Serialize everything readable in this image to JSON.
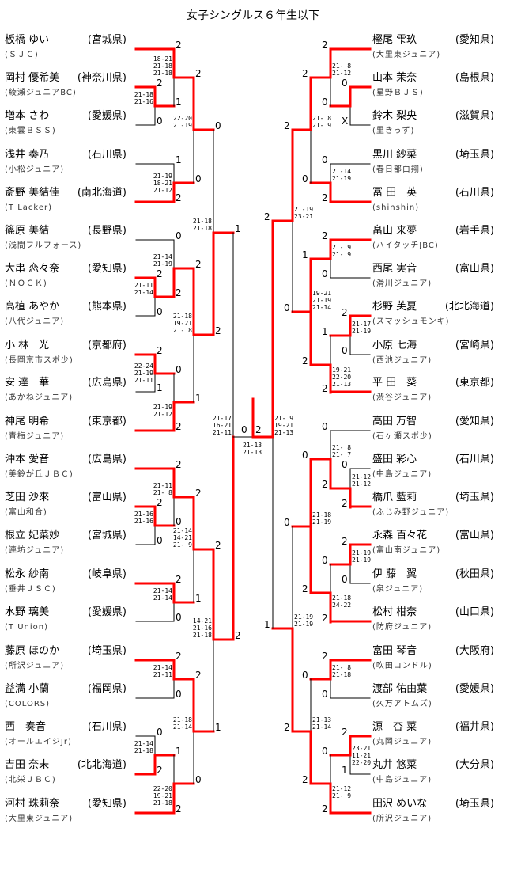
{
  "title": "女子シングルス６年生以下",
  "colors": {
    "winner_line": "#ff0000",
    "line": "#000000"
  },
  "left_players": [
    {
      "name": "板橋 ゆい",
      "pref": "(宮城県)",
      "club": "(ＳＪＣ)"
    },
    {
      "name": "岡村 優希美",
      "pref": "(神奈川県)",
      "club": "(綾瀬ジュニアBC)"
    },
    {
      "name": "増本 さわ",
      "pref": "(愛媛県)",
      "club": "(東雲ＢＳＳ)"
    },
    {
      "name": "浅井 奏乃",
      "pref": "(石川県)",
      "club": "(小松ジュニア)"
    },
    {
      "name": "斎野 美結佳",
      "pref": "(南北海道)",
      "club": "(T Lacker)"
    },
    {
      "name": "篠原 美結",
      "pref": "(長野県)",
      "club": "(浅間フルフォース)"
    },
    {
      "name": "大串 恋々奈",
      "pref": "(愛知県)",
      "club": "(ＮＯＣＫ)"
    },
    {
      "name": "高植 あやか",
      "pref": "(熊本県)",
      "club": "(八代ジュニア)"
    },
    {
      "name": "小 林　光",
      "pref": "(京都府)",
      "club": "(長岡京市スポ少)"
    },
    {
      "name": "安 達　華",
      "pref": "(広島県)",
      "club": "(あかねジュニア)"
    },
    {
      "name": "神尾 明希",
      "pref": "(東京都)",
      "club": "(青梅ジュニア)"
    },
    {
      "name": "沖本 愛音",
      "pref": "(広島県)",
      "club": "(美鈴が丘ＪＢＣ)"
    },
    {
      "name": "芝田 沙來",
      "pref": "(富山県)",
      "club": "(富山和合)"
    },
    {
      "name": "根立 妃菜妙",
      "pref": "(宮城県)",
      "club": "(連坊ジュニア)"
    },
    {
      "name": "松永 紗南",
      "pref": "(岐阜県)",
      "club": "(垂井ＪＳＣ)"
    },
    {
      "name": "水野 璃美",
      "pref": "(愛媛県)",
      "club": "(T Union)"
    },
    {
      "name": "藤原 ほのか",
      "pref": "(埼玉県)",
      "club": "(所沢ジュニア)"
    },
    {
      "name": "益満 小蘭",
      "pref": "(福岡県)",
      "club": "(COLORS)"
    },
    {
      "name": "西　奏音",
      "pref": "(石川県)",
      "club": "(オールエイジJr)"
    },
    {
      "name": "吉田 奈未",
      "pref": "(北北海道)",
      "club": "(北栄ＪＢＣ)"
    },
    {
      "name": "河村 珠莉奈",
      "pref": "(愛知県)",
      "club": "(大里東ジュニア)"
    }
  ],
  "right_players": [
    {
      "name": "樫尾 雫玖",
      "pref": "(愛知県)",
      "club": "(大里東ジュニア)"
    },
    {
      "name": "山本 茉奈",
      "pref": "(島根県)",
      "club": "(星野ＢＪＳ)"
    },
    {
      "name": "鈴木 梨央",
      "pref": "(滋賀県)",
      "club": "(里きっず)"
    },
    {
      "name": "黒川 紗菜",
      "pref": "(埼玉県)",
      "club": "(春日部白翔)"
    },
    {
      "name": "冨 田　英",
      "pref": "(石川県)",
      "club": "(shinshin)"
    },
    {
      "name": "畠山 来夢",
      "pref": "(岩手県)",
      "club": "(ハイタッチJBC)"
    },
    {
      "name": "西尾 実音",
      "pref": "(富山県)",
      "club": "(滑川ジュニア)"
    },
    {
      "name": "杉野 芙夏",
      "pref": "(北北海道)",
      "club": "(スマッシュモンキ)"
    },
    {
      "name": "小原 七海",
      "pref": "(宮崎県)",
      "club": "(西池ジュニア)"
    },
    {
      "name": "平 田　葵",
      "pref": "(東京都)",
      "club": "(渋谷ジュニア)"
    },
    {
      "name": "高田 万智",
      "pref": "(愛知県)",
      "club": "(石ヶ瀬スポ少)"
    },
    {
      "name": "盛田 彩心",
      "pref": "(石川県)",
      "club": "(中島ジュニア)"
    },
    {
      "name": "橋爪 藍莉",
      "pref": "(埼玉県)",
      "club": "(ふじみ野ジュニア)"
    },
    {
      "name": "永森 百々花",
      "pref": "(富山県)",
      "club": "(富山南ジュニア)"
    },
    {
      "name": "伊 藤　翼",
      "pref": "(秋田県)",
      "club": "(泉ジュニア)"
    },
    {
      "name": "松村 柑奈",
      "pref": "(山口県)",
      "club": "(防府ジュニア)"
    },
    {
      "name": "富田 琴音",
      "pref": "(大阪府)",
      "club": "(吹田コンドル)"
    },
    {
      "name": "渡部 佑由葉",
      "pref": "(愛媛県)",
      "club": "(久万アトムズ)"
    },
    {
      "name": "源　杏 菜",
      "pref": "(福井県)",
      "club": "(丸岡ジュニア)"
    },
    {
      "name": "丸井 悠菜",
      "pref": "(大分県)",
      "club": "(中島ジュニア)"
    },
    {
      "name": "田沢 めいな",
      "pref": "(埼玉県)",
      "club": "(所沢ジュニア)"
    }
  ],
  "left_matches": [
    {
      "scores": [
        "2",
        "0"
      ],
      "games": "21-18\n21-16"
    },
    {
      "scores": [
        "2",
        "1"
      ],
      "games": "18-21\n21-18\n21-18"
    },
    {
      "scores": [
        "1",
        "2"
      ],
      "games": "21-19\n18-21\n21-12"
    },
    {
      "scores": [
        "2",
        "0"
      ],
      "games": "22-20\n21-19"
    },
    {
      "scores": [
        "2",
        "0"
      ],
      "games": "21-11\n21-14"
    },
    {
      "scores": [
        "0",
        "2"
      ],
      "games": "21-14\n21-19"
    },
    {
      "scores": [
        "2",
        "1"
      ],
      "games": "22-24\n21-19\n21-11"
    },
    {
      "scores": [
        "0",
        "2"
      ],
      "games": "21-19\n21-12"
    },
    {
      "scores": [
        "2",
        "1"
      ],
      "games": "21-18\n19-21\n21- 8"
    },
    {
      "scores": [
        "0",
        "2"
      ],
      "games": "21-18\n21-18"
    },
    {
      "scores": [
        "2",
        "0"
      ],
      "games": "21-16\n21-16"
    },
    {
      "scores": [
        "2",
        "0"
      ],
      "games": "21-11\n21- 8"
    },
    {
      "scores": [
        "2",
        "0"
      ],
      "games": "21-14\n21-14"
    },
    {
      "scores": [
        "2",
        "1"
      ],
      "games": "21-14\n14-21\n21- 9"
    },
    {
      "scores": [
        "2",
        "0"
      ],
      "games": "21-14\n21-11"
    },
    {
      "scores": [
        "0",
        "2"
      ],
      "games": "21-14\n21-18"
    },
    {
      "scores": [
        "1",
        "2"
      ],
      "games": "22-20\n19-21\n21-18"
    },
    {
      "scores": [
        "2",
        "0"
      ],
      "games": "21-18\n21-14"
    },
    {
      "scores": [
        "2",
        "1"
      ],
      "games": "14-21\n21-16\n21-18"
    },
    {
      "scores": [
        "1",
        "2"
      ],
      "games": "21-17\n16-21\n21-11"
    }
  ],
  "right_matches": [
    {
      "scores": [
        "0",
        "X"
      ],
      "games": ""
    },
    {
      "scores": [
        "2",
        "0"
      ],
      "games": "21- 8\n21-12"
    },
    {
      "scores": [
        "0",
        "2"
      ],
      "games": "21-14\n21-19"
    },
    {
      "scores": [
        "2",
        "0"
      ],
      "games": "21- 8\n21- 9"
    },
    {
      "scores": [
        "2",
        "0"
      ],
      "games": "21- 9\n21- 9"
    },
    {
      "scores": [
        "2",
        "0"
      ],
      "games": "21-17\n21-19"
    },
    {
      "scores": [
        "1",
        "2"
      ],
      "games": "19-21\n22-20\n21-13"
    },
    {
      "scores": [
        "1",
        "2"
      ],
      "games": "19-21\n21-19\n21-14"
    },
    {
      "scores": [
        "2",
        "0"
      ],
      "games": "21-19\n23-21"
    },
    {
      "scores": [
        "0",
        "2"
      ],
      "games": "21-12\n21-12"
    },
    {
      "scores": [
        "0",
        "2"
      ],
      "games": "21- 8\n21- 7"
    },
    {
      "scores": [
        "2",
        "0"
      ],
      "games": "21-19\n21-19"
    },
    {
      "scores": [
        "0",
        "2"
      ],
      "games": "21-18\n24-22"
    },
    {
      "scores": [
        "0",
        "2"
      ],
      "games": "21-18\n21-19"
    },
    {
      "scores": [
        "2",
        "0"
      ],
      "games": "21- 8\n21-18"
    },
    {
      "scores": [
        "2",
        "1"
      ],
      "games": "23-21\n11-21\n22-20"
    },
    {
      "scores": [
        "0",
        "2"
      ],
      "games": "21-12\n21- 9"
    },
    {
      "scores": [
        "0",
        "2"
      ],
      "games": "21-13\n21-14"
    },
    {
      "scores": [
        "0",
        "2"
      ],
      "games": "21-19\n21-19"
    },
    {
      "scores": [
        "2",
        "1"
      ],
      "games": "21- 9\n19-21\n21-13"
    }
  ],
  "final": {
    "scores": [
      "0",
      "2"
    ],
    "games": "21-13\n21-13"
  }
}
